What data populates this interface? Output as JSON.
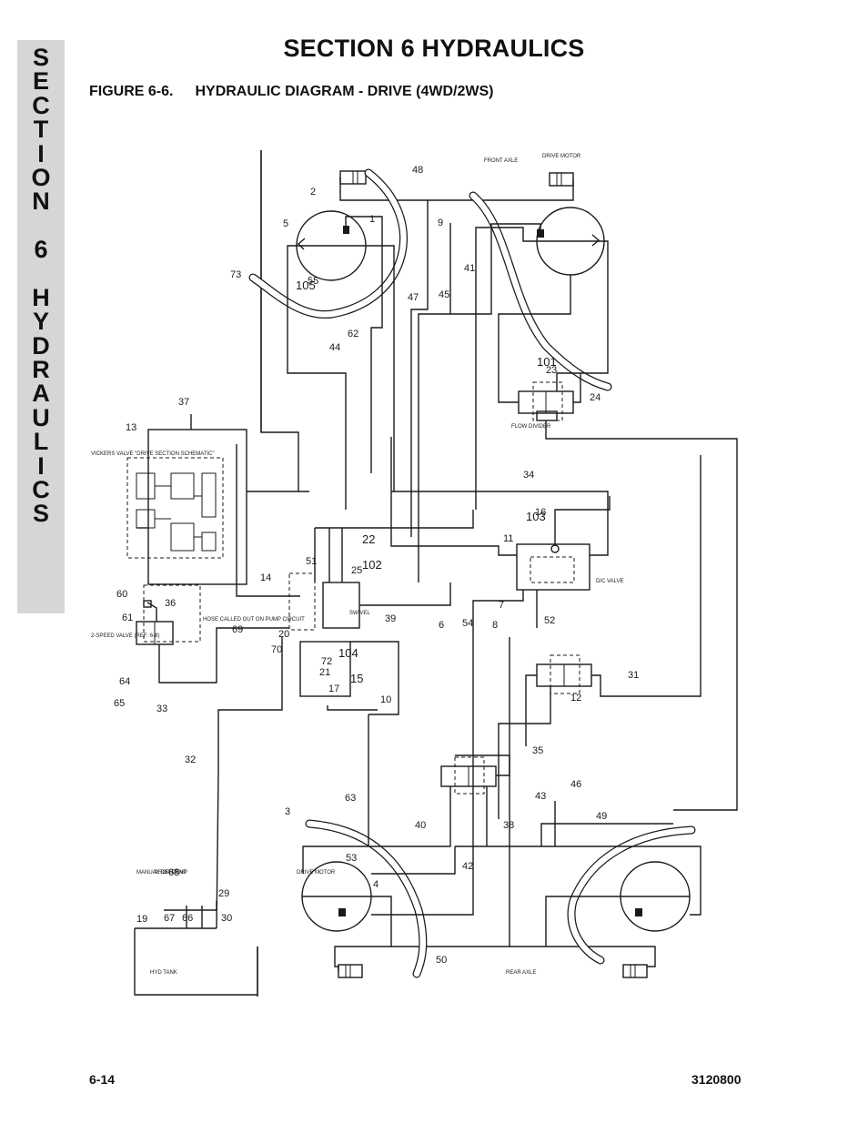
{
  "side_tab": {
    "letters": [
      "S",
      "E",
      "C",
      "T",
      "I",
      "O",
      "N",
      "",
      "6",
      "",
      "H",
      "Y",
      "D",
      "R",
      "A",
      "U",
      "L",
      "I",
      "C",
      "S"
    ]
  },
  "header": {
    "section_title": "SECTION 6  HYDRAULICS",
    "figure_number": "FIGURE 6-6.",
    "figure_caption": "HYDRAULIC DIAGRAM - DRIVE (4WD/2WS)"
  },
  "footer": {
    "page_number": "6-14",
    "document_number": "3120800"
  },
  "diagram": {
    "callouts": [
      "1",
      "2",
      "3",
      "4",
      "5",
      "6",
      "7",
      "8",
      "9",
      "10",
      "11",
      "12",
      "13",
      "14",
      "15",
      "16",
      "17",
      "19",
      "20",
      "21",
      "22",
      "23",
      "24",
      "25",
      "29",
      "30",
      "31",
      "32",
      "33",
      "34",
      "35",
      "36",
      "37",
      "38",
      "39",
      "40",
      "41",
      "42",
      "43",
      "44",
      "45",
      "46",
      "47",
      "48",
      "49",
      "50",
      "51",
      "52",
      "53",
      "54",
      "55",
      "60",
      "61",
      "62",
      "63",
      "64",
      "65",
      "66",
      "67",
      "68",
      "69",
      "70",
      "72",
      "73",
      "101",
      "102",
      "103",
      "104",
      "105"
    ],
    "component_labels": {
      "front_axle": "FRONT AXLE",
      "drive_motor_front": "DRIVE MOTOR",
      "drive_motor_rear": "DRIVE MOTOR",
      "rear_axle": "REAR AXLE",
      "flow_divider": "FLOW DIVIDER",
      "dc_valve": "D/C VALVE",
      "swivel": "SWIVEL",
      "vickers_valve": "VICKERS VALVE \"DRIVE SECTION SCHEMATIC\"",
      "two_speed_valve": "2-SPEED VALVE (REF: 6-8)",
      "hose_called_out": "HOSE CALLED OUT ON PUMP CIRCUIT",
      "hyd_tank": "HYD TANK",
      "manual_descent": "MANUAL DESCENT",
      "prop_pump": "PROP PUMP"
    }
  }
}
